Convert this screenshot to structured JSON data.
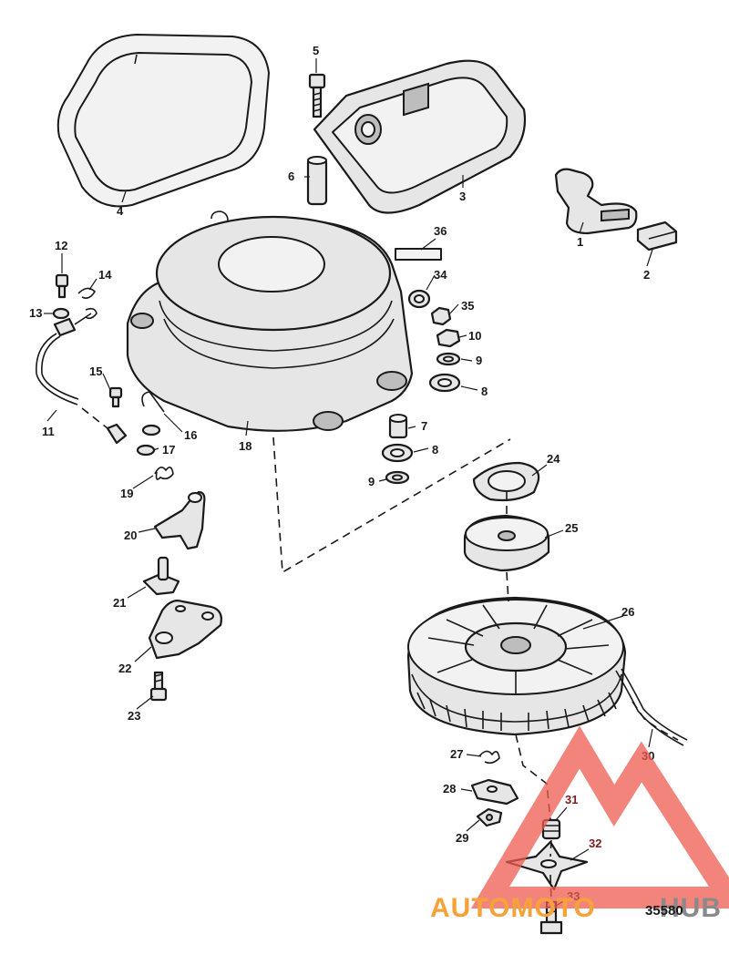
{
  "diagram": {
    "drawing_number": "35580",
    "callouts": [
      "1",
      "2",
      "3",
      "4",
      "5",
      "6",
      "7",
      "8",
      "8",
      "9",
      "9",
      "10",
      "11",
      "12",
      "13",
      "14",
      "15",
      "16",
      "17",
      "18",
      "19",
      "20",
      "21",
      "22",
      "23",
      "24",
      "25",
      "26",
      "27",
      "28",
      "29",
      "30",
      "31",
      "32",
      "33",
      "34",
      "35",
      "36"
    ]
  },
  "watermark": {
    "brand_part1": "AUTOMOTO",
    "brand_part2": "HUB",
    "tri_color": "#ef5b50",
    "text_color": "#f6a23b"
  }
}
